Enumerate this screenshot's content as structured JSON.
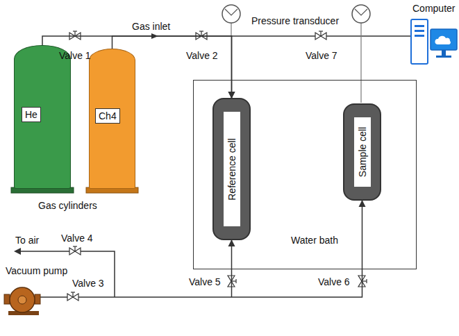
{
  "diagram": {
    "nodes": [
      {
        "text": [
          "He"
        ]
      },
      {
        "text": [
          "Ch4"
        ]
      },
      {
        "text": [
          "Water bath"
        ]
      },
      {
        "text": [
          "Reference cell"
        ],
        "in": 2
      },
      {
        "text": [
          "Sample cell"
        ],
        "in": 2
      }
    ],
    "edges": [
      {
        "from": 0,
        "to": 3,
        "arrow": "to"
      },
      {
        "from": 1,
        "to": 3,
        "arrow": "to"
      },
      {
        "from": 3,
        "to": 4,
        "arrow": "both"
      }
    ],
    "labels": [
      "Gas inlet",
      "Pressure transducer",
      "Computer",
      "Valve 1",
      "Valve 2",
      "Valve 7",
      "Gas cylinders",
      "To air",
      "Valve 4",
      "Vacuum pump",
      "Valve 3",
      "Valve 5",
      "Valve 6"
    ]
  }
}
